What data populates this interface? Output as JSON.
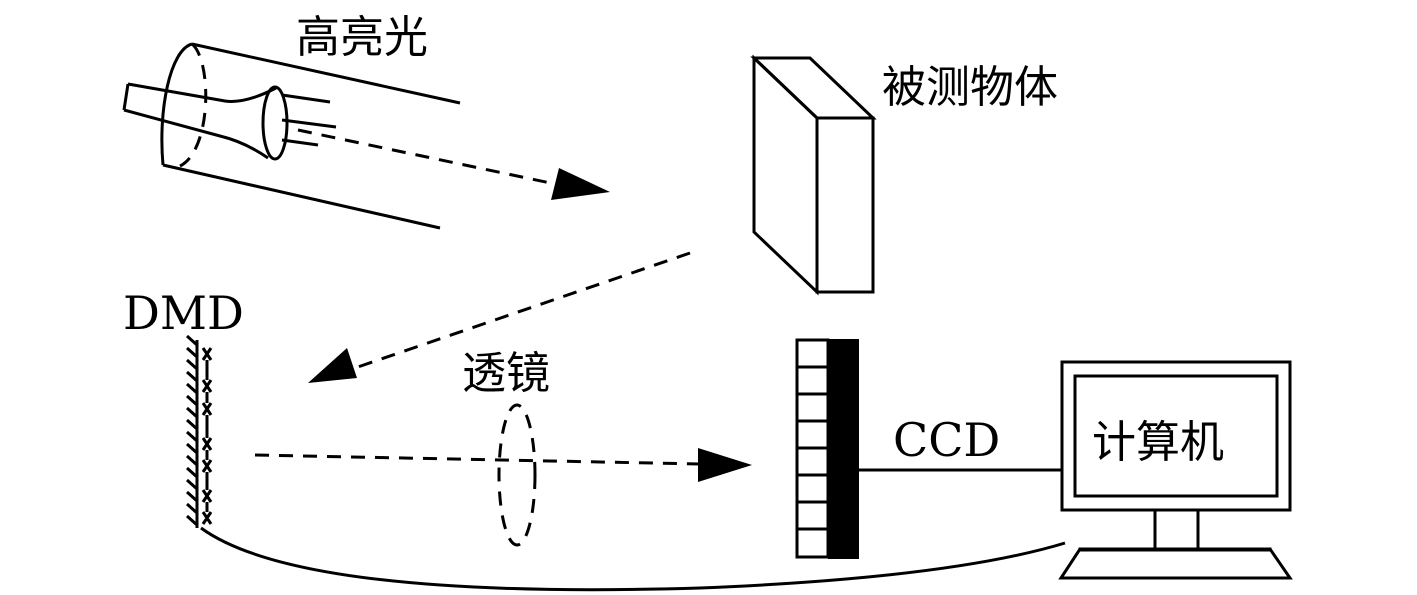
{
  "labels": {
    "light": "高亮光",
    "object": "被测物体",
    "dmd": "DMD",
    "lens": "透镜",
    "ccd": "CCD",
    "computer": "计算机"
  }
}
